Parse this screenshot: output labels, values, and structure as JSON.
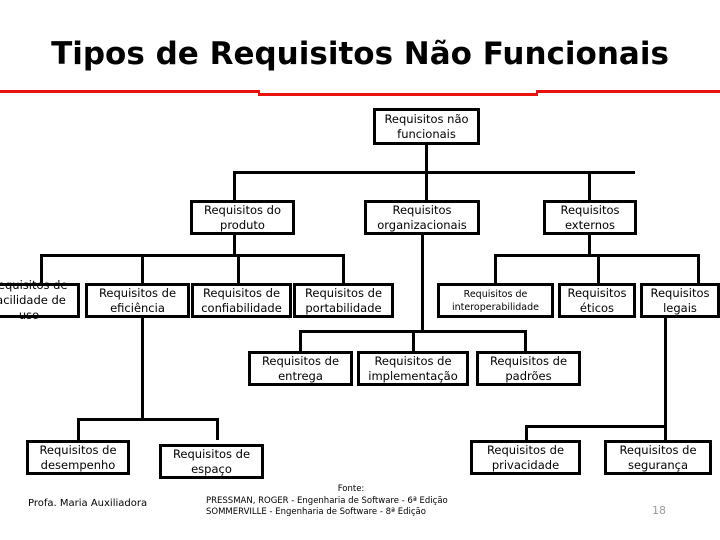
{
  "slide": {
    "title": "Tipos de Requisitos Não Funcionais",
    "accent_color": "#E8120C",
    "page_number": "18",
    "author": "Profa. Maria Auxiliadora",
    "source": {
      "label": "Fonte:",
      "line1": "PRESSMAN, ROGER - Engenharia de Software  - 6ª Edição",
      "line2": "SOMMERVILLE        - Engenharia de Software - 8ª Edição"
    }
  },
  "diagram": {
    "type": "tree",
    "root": "Requisitos não funcionais",
    "nodes": [
      {
        "id": "n0",
        "label": "Requisitos não funcionais",
        "level": 0
      },
      {
        "id": "n1",
        "label": "Requisitos do produto",
        "level": 1,
        "parent": "n0"
      },
      {
        "id": "n2",
        "label": "Requisitos organizacionais",
        "level": 1,
        "parent": "n0"
      },
      {
        "id": "n3",
        "label": "Requisitos externos",
        "level": 1,
        "parent": "n0"
      },
      {
        "id": "n4",
        "label": "Requisitos de facilidade de uso",
        "level": 2,
        "parent": "n1"
      },
      {
        "id": "n5",
        "label": "Requisitos de eficiência",
        "level": 2,
        "parent": "n1"
      },
      {
        "id": "n6",
        "label": "Requisitos de confiabilidade",
        "level": 2,
        "parent": "n1"
      },
      {
        "id": "n7",
        "label": "Requisitos de portabilidade",
        "level": 2,
        "parent": "n1"
      },
      {
        "id": "n8",
        "label": "Requisitos de interoperabilidade",
        "level": 2,
        "parent": "n3"
      },
      {
        "id": "n9",
        "label": "Requisitos éticos",
        "level": 2,
        "parent": "n3"
      },
      {
        "id": "n10",
        "label": "Requisitos legais",
        "level": 2,
        "parent": "n3"
      },
      {
        "id": "n11",
        "label": "Requisitos de entrega",
        "level": 3,
        "parent": "n2"
      },
      {
        "id": "n12",
        "label": "Requisitos de implementação",
        "level": 3,
        "parent": "n2"
      },
      {
        "id": "n13",
        "label": "Requisitos de padrões",
        "level": 3,
        "parent": "n2"
      },
      {
        "id": "n14",
        "label": "Requisitos de desempenho",
        "level": 4,
        "parent": "n5"
      },
      {
        "id": "n15",
        "label": "Requisitos de espaço",
        "level": 4,
        "parent": "n5"
      },
      {
        "id": "n16",
        "label": "Requisitos de privacidade",
        "level": 4,
        "parent": "n10"
      },
      {
        "id": "n17",
        "label": "Requisitos de segurança",
        "level": 4,
        "parent": "n10"
      }
    ]
  }
}
